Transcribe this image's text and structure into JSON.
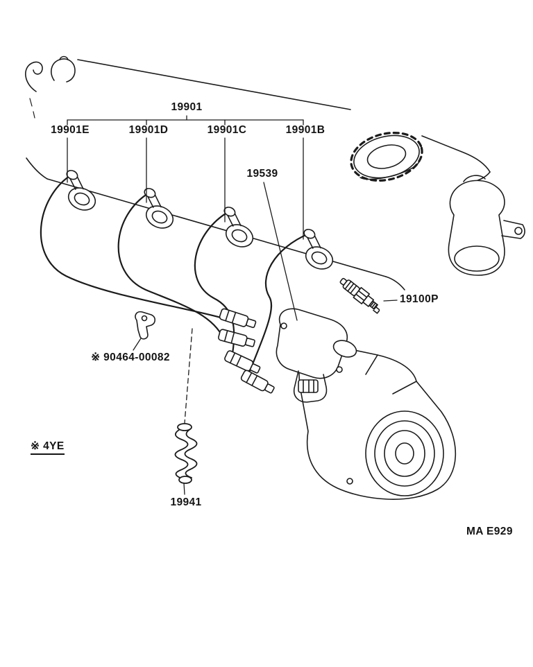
{
  "diagram": {
    "labels": {
      "cord_set": "19901",
      "cord_e": "19901E",
      "cord_d": "19901D",
      "cord_c": "19901C",
      "cord_b": "19901B",
      "coil_cord": "19539",
      "spark_plug": "19100P",
      "clamp": "※ 90464-00082",
      "engine_code": "※ 4YE",
      "resistor": "19941",
      "figure_code": "MA E929"
    },
    "line_color": "#1b1b1b"
  }
}
